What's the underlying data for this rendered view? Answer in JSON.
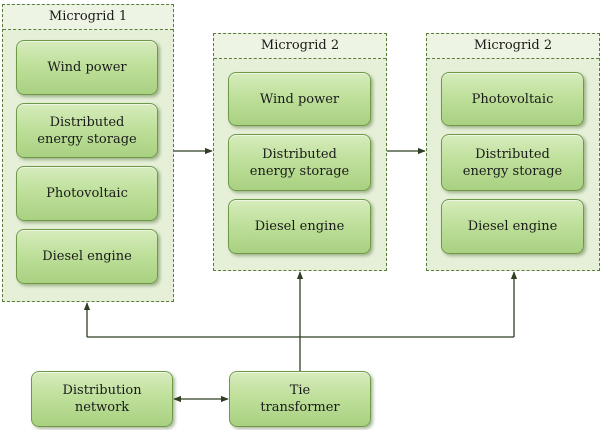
{
  "microgrids": [
    {
      "title": "Microgrid 1",
      "components": [
        "Wind power",
        "Distributed\nenergy storage",
        "Photovoltaic",
        "Diesel engine"
      ]
    },
    {
      "title": "Microgrid 2",
      "components": [
        "Wind power",
        "Distributed\nenergy storage",
        "Diesel engine"
      ]
    },
    {
      "title": "Microgrid 2",
      "components": [
        "Photovoltaic",
        "Distributed\nenergy storage",
        "Diesel engine"
      ]
    }
  ],
  "bottom": {
    "distribution_network": "Distribution\nnetwork",
    "tie_transformer": "Tie\ntransformer"
  },
  "colors": {
    "line": "#2f3f22",
    "border": "#5a7d3c"
  }
}
